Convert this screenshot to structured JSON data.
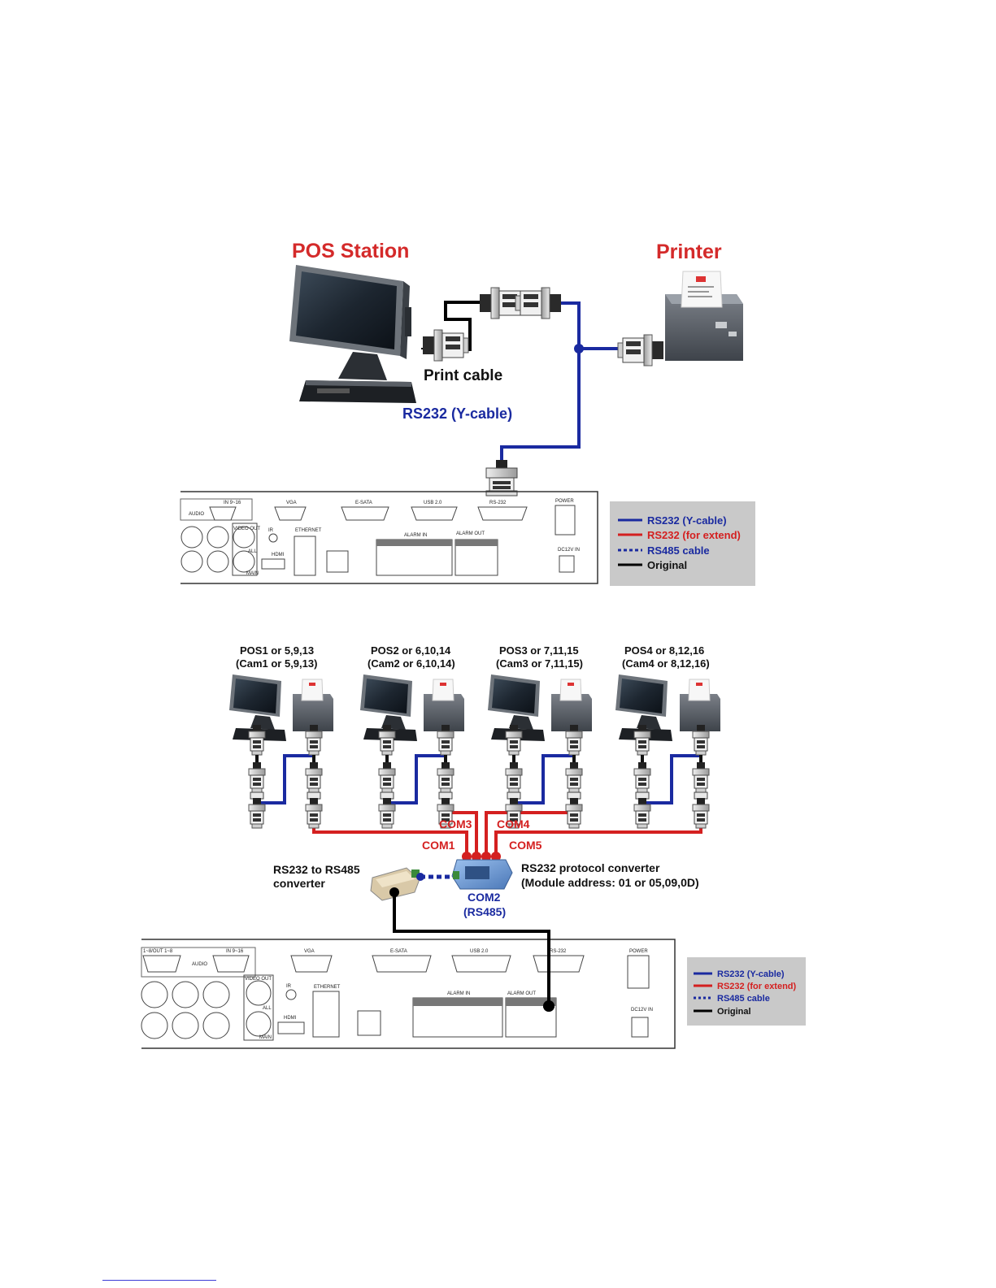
{
  "diagram1": {
    "title_pos": "POS Station",
    "title_printer": "Printer",
    "label_print_cable": "Print cable",
    "label_rs232_ycable": "RS232 (Y-cable)",
    "panel": {
      "audio": "AUDIO",
      "in_range": "IN 9~16",
      "vga": "VGA",
      "esata": "E-SATA",
      "usb": "USB 2.0",
      "rs232": "RS-232",
      "power": "POWER",
      "ethernet": "ETHERNET",
      "hdmi": "HDMI",
      "ir": "IR",
      "video_out": "VIDEO OUT",
      "alarm_in": "ALARM IN",
      "alarm_out": "ALARM OUT",
      "dc12v": "DC12V IN",
      "all": "ALL",
      "main": "MAIN"
    },
    "legend": [
      {
        "label": "RS232 (Y-cable)",
        "color": "#1a2aa0",
        "style": "solid"
      },
      {
        "label": "RS232 (for extend)",
        "color": "#d42020",
        "style": "solid"
      },
      {
        "label": "RS485 cable",
        "color": "#1a2aa0",
        "style": "dotted"
      },
      {
        "label": "Original",
        "color": "#000000",
        "style": "solid"
      }
    ]
  },
  "diagram2": {
    "pos_groups": [
      {
        "line1": "POS1 or 5,9,13",
        "line2": "(Cam1 or 5,9,13)"
      },
      {
        "line1": "POS2 or 6,10,14",
        "line2": "(Cam2 or 6,10,14)"
      },
      {
        "line1": "POS3 or 7,11,15",
        "line2": "(Cam3 or 7,11,15)"
      },
      {
        "line1": "POS4 or 8,12,16",
        "line2": "(Cam4 or 8,12,16)"
      }
    ],
    "com_labels": {
      "com1": "COM1",
      "com3": "COM3",
      "com4": "COM4",
      "com5": "COM5",
      "com2": "COM2",
      "rs485": "(RS485)"
    },
    "converter_label": [
      "RS232 to RS485",
      "converter"
    ],
    "protocol_label": [
      "RS232 protocol converter",
      "(Module address: 01 or 05,09,0D)"
    ],
    "panel": {
      "audio_out": "1~8/OUT 1~8",
      "audio": "AUDIO",
      "in_range": "IN 9~16",
      "vga": "VGA",
      "esata": "E-SATA",
      "usb": "USB 2.0",
      "rs232": "RS-232",
      "power": "POWER",
      "ethernet": "ETHERNET",
      "hdmi": "HDMI",
      "ir": "IR",
      "video_out": "VIDEO OUT",
      "alarm_in": "ALARM IN",
      "alarm_out": "ALARM OUT",
      "dc12v": "DC12V IN",
      "all": "ALL",
      "main": "MAIN"
    },
    "legend": [
      {
        "label": "RS232 (Y-cable)",
        "color": "#1a2aa0",
        "style": "solid"
      },
      {
        "label": "RS232 (for extend)",
        "color": "#d42020",
        "style": "solid"
      },
      {
        "label": "RS485 cable",
        "color": "#1a2aa0",
        "style": "dotted"
      },
      {
        "label": "Original",
        "color": "#000000",
        "style": "solid"
      }
    ]
  }
}
